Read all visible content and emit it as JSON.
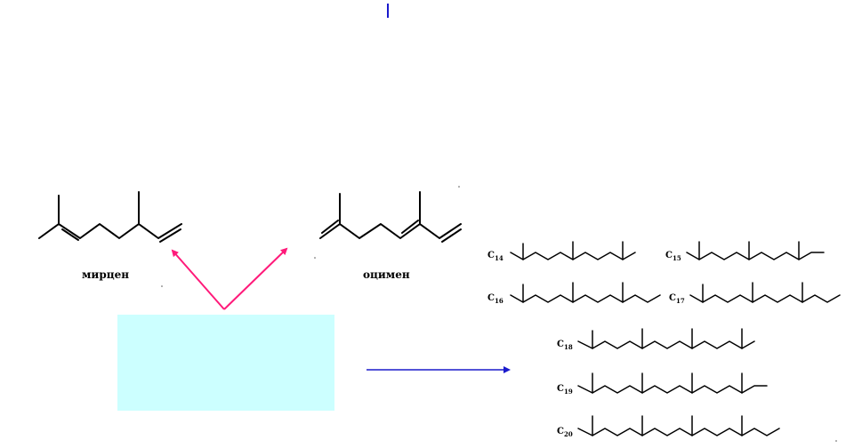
{
  "colors": {
    "box_fill": "#ccffff",
    "pink_arrow": "#ff1a7a",
    "blue_arrow": "#1a1acc",
    "cursor": "#1a1acc"
  },
  "molecules": {
    "myrcene": {
      "label": "мирцен"
    },
    "ocimene": {
      "label": "оцимен"
    }
  },
  "chains": [
    {
      "label": "C",
      "sub": "14"
    },
    {
      "label": "C",
      "sub": "15"
    },
    {
      "label": "C",
      "sub": "16"
    },
    {
      "label": "C",
      "sub": "17"
    },
    {
      "label": "C",
      "sub": "18"
    },
    {
      "label": "C",
      "sub": "19"
    },
    {
      "label": "C",
      "sub": "20"
    }
  ]
}
